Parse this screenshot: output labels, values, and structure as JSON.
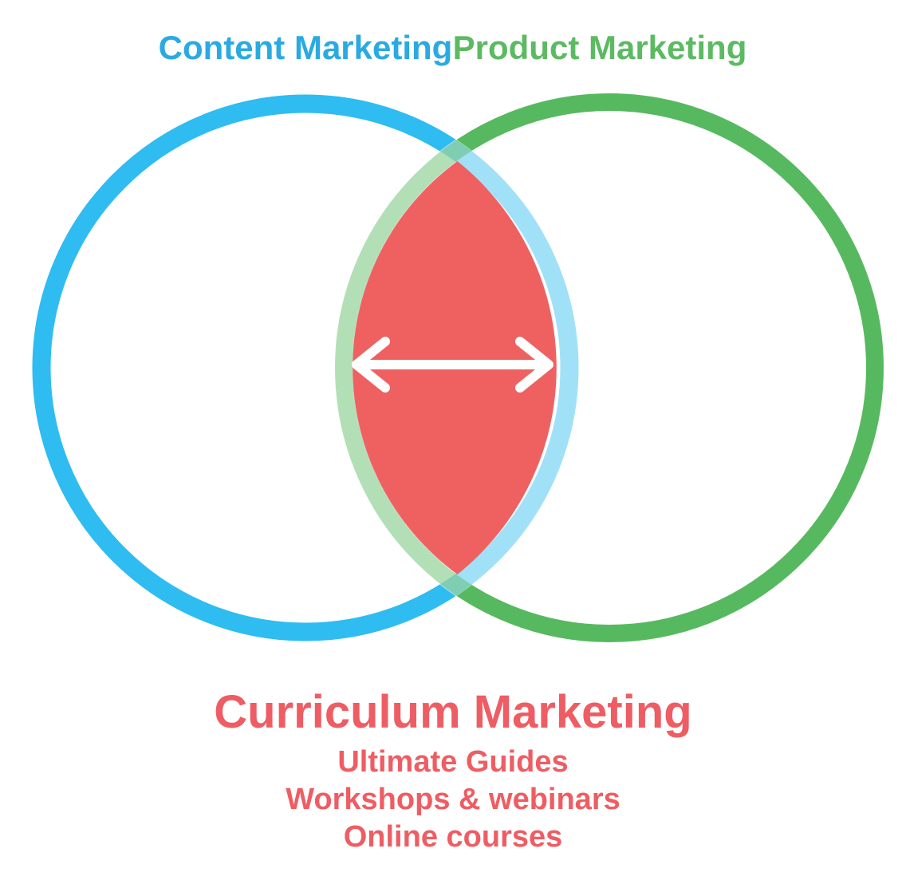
{
  "diagram": {
    "left_circle_label": "Content Marketing",
    "right_circle_label": "Product Marketing",
    "intersection_heading": "Curriculum Marketing",
    "intersection_items": [
      "Ultimate Guides",
      "Workshops & webinars",
      "Online courses"
    ]
  },
  "icons": {
    "double_arrow": "left-right double-headed arrow"
  },
  "colors": {
    "background": "#ffffff",
    "blue_circle": "#2FBCF0",
    "green_circle": "#57B95F",
    "blue_label": "#2BAAE2",
    "green_label": "#5CBA62",
    "red_fill": "#EF6161",
    "red_text": "#EE5D63",
    "arrow": "#FFFFFF",
    "lens_wash": "#FFFFFF"
  }
}
